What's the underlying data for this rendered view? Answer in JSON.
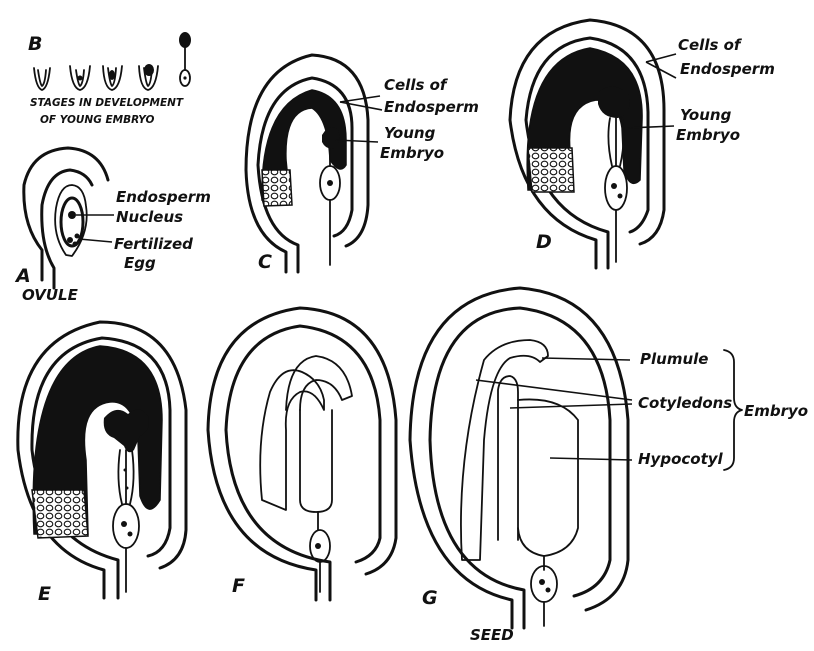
{
  "title_letter_b": "B",
  "stages_caption_line1": "STAGES IN DEVELOPMENT",
  "stages_caption_line2": "OF YOUNG EMBRYO",
  "panel_a": {
    "letter": "A",
    "caption": "OVULE",
    "endosperm_label": "Endosperm",
    "nucleus_label": "Nucleus",
    "fertilized_label": "Fertilized",
    "egg_label": "Egg"
  },
  "panel_c": {
    "letter": "C",
    "cells_label": "Cells of",
    "endosperm_label": "Endosperm",
    "young_label": "Young",
    "embryo_label": "Embryo"
  },
  "panel_d": {
    "letter": "D",
    "cells_label": "Cells of",
    "endosperm_label": "Endosperm",
    "young_label": "Young",
    "embryo_label": "Embryo"
  },
  "panel_e": {
    "letter": "E"
  },
  "panel_f": {
    "letter": "F"
  },
  "panel_g": {
    "letter": "G",
    "caption": "SEED",
    "plumule_label": "Plumule",
    "cotyledons_label": "Cotyledons",
    "hypocotyl_label": "Hypocotyl",
    "embryo_label": "Embryo"
  }
}
